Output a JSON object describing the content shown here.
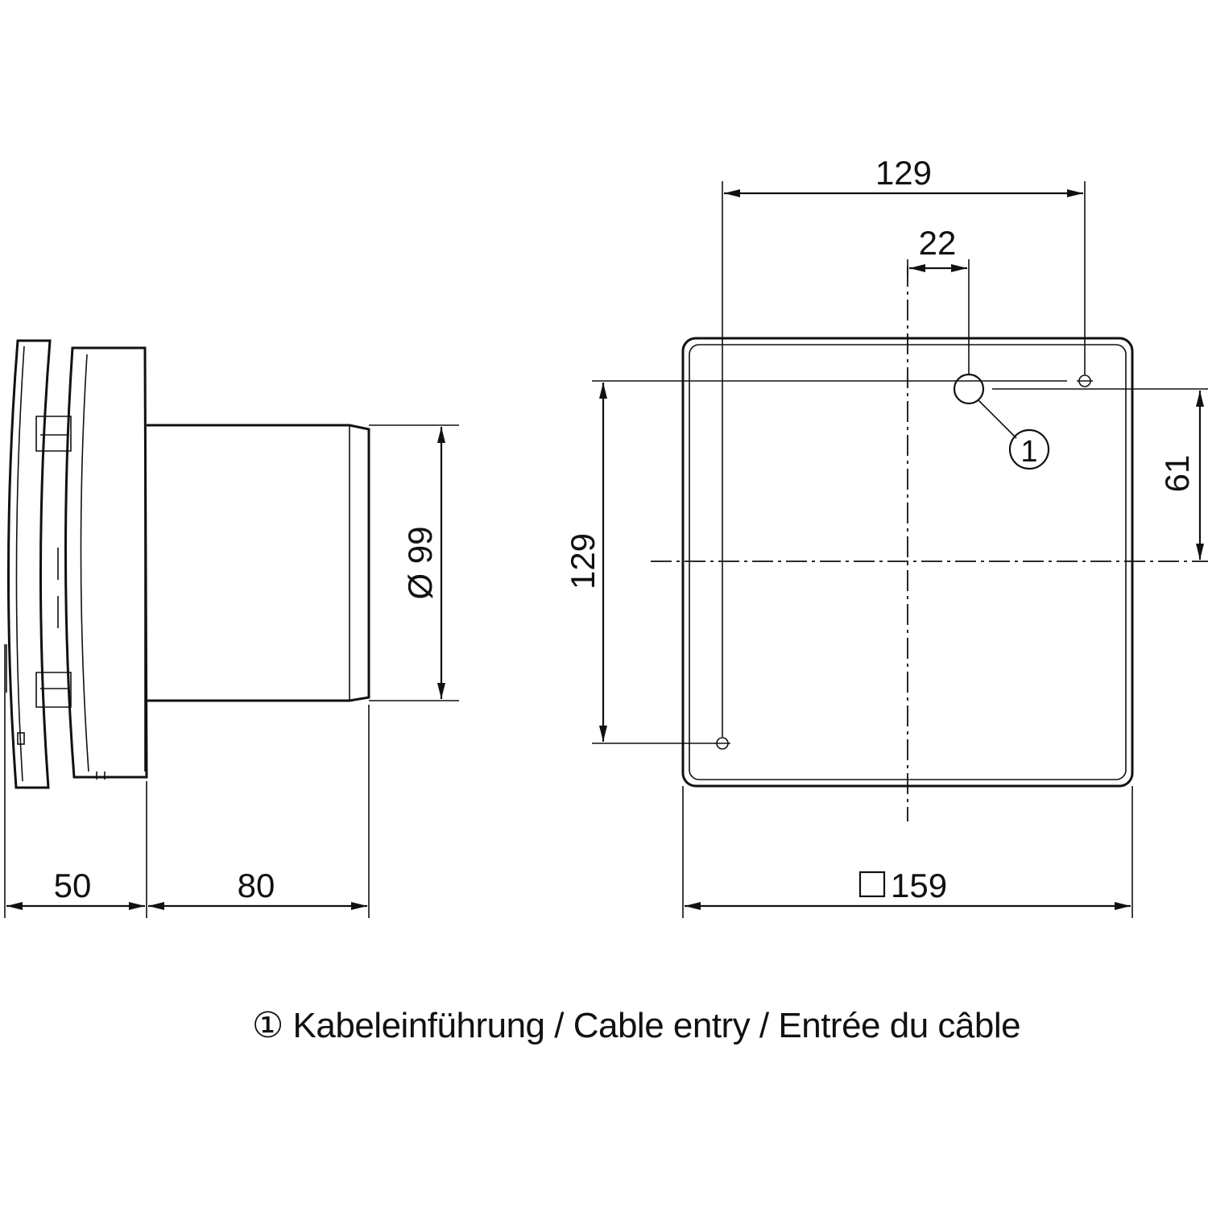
{
  "dimensions": {
    "side_depth_front": "50",
    "side_depth_pipe": "80",
    "pipe_diameter": "Ø 99",
    "hole_spacing_horizontal": "129",
    "cable_entry_offset_horizontal": "22",
    "hole_spacing_vertical": "129",
    "cable_entry_offset_vertical": "61",
    "front_plate_square": "159"
  },
  "callout": {
    "marker": "1"
  },
  "legend": {
    "text": "① Kabeleinführung / Cable entry / Entrée du câble"
  }
}
